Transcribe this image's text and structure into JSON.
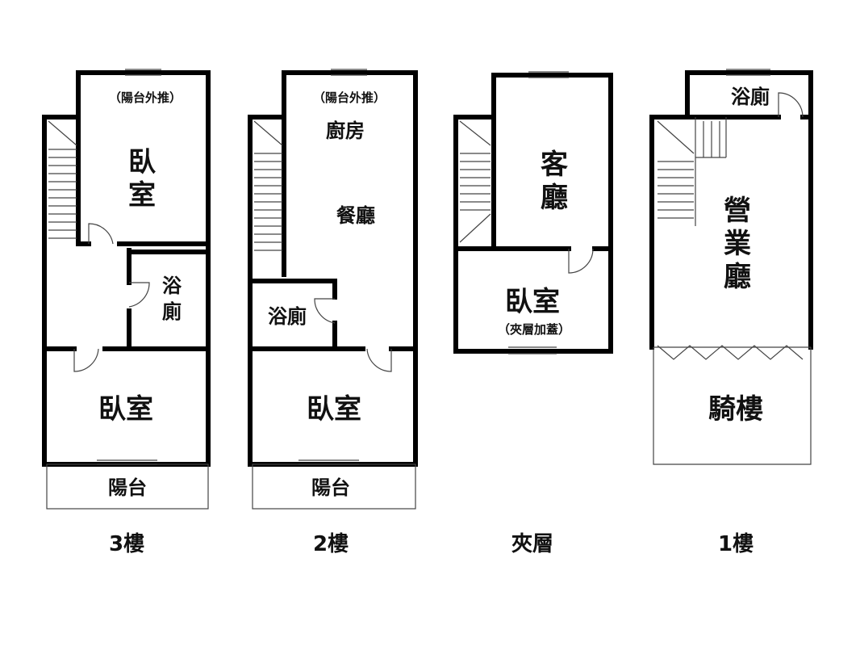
{
  "floors": {
    "f3": {
      "label": "3樓",
      "note": "（陽台外推）",
      "bedroom_top_1": "臥",
      "bedroom_top_2": "室",
      "bath_1": "浴",
      "bath_2": "廁",
      "bedroom_bottom": "臥室",
      "balcony": "陽台"
    },
    "f2": {
      "label": "2樓",
      "note": "（陽台外推）",
      "kitchen": "廚房",
      "dining": "餐廳",
      "bath": "浴廁",
      "bedroom": "臥室",
      "balcony": "陽台"
    },
    "mezz": {
      "label": "夾層",
      "living_1": "客",
      "living_2": "廳",
      "bedroom": "臥室",
      "note": "（夾層加蓋）"
    },
    "f1": {
      "label": "1樓",
      "bath": "浴廁",
      "hall_1": "營",
      "hall_2": "業",
      "hall_3": "廳",
      "arcade": "騎樓"
    }
  }
}
